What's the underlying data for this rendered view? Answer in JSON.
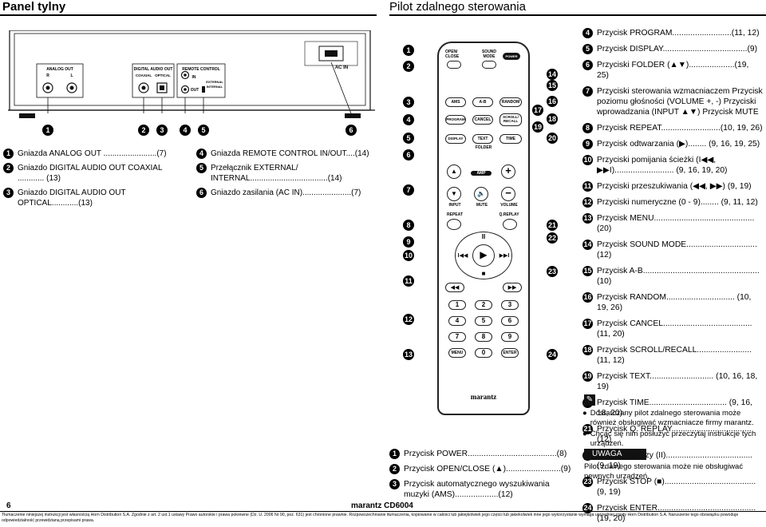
{
  "header": {
    "left_title": "Panel tylny",
    "right_title": "Pilot zdalnego sterowania"
  },
  "rear_panel": {
    "labels": {
      "analog_out": "ANALOG OUT",
      "r": "R",
      "l": "L",
      "digital_audio_out": "DIGITAL AUDIO OUT",
      "coaxial": "COAXIAL",
      "optical": "OPTICAL",
      "remote_control": "REMOTE CONTROL",
      "in": "IN",
      "out": "OUT",
      "external": "EXTERNAL",
      "internal": "INTERNAL",
      "ac_in": "AC IN"
    },
    "callouts": [
      "1",
      "2",
      "3",
      "4",
      "5",
      "6"
    ]
  },
  "rear_list_col1": [
    {
      "num": "1",
      "text": "Gniazda ANALOG OUT ........................(7)"
    },
    {
      "num": "2",
      "text": "Gniazdo DIGITAL AUDIO OUT COAXIAL ............ (13)"
    },
    {
      "num": "3",
      "text": "Gniazdo DIGITAL AUDIO OUT OPTICAL............(13)"
    }
  ],
  "rear_list_col2": [
    {
      "num": "4",
      "text": "Gniazda REMOTE CONTROL IN/OUT....(14)"
    },
    {
      "num": "5",
      "text": "Przełącznik EXTERNAL/ INTERNAL...................................(14)"
    },
    {
      "num": "6",
      "text": "Gniazdo zasilania (AC IN)......................(7)"
    }
  ],
  "remote": {
    "brand": "marantz",
    "labels": {
      "open_close": "OPEN/ CLOSE",
      "sound_mode": "SOUND MODE",
      "power": "POWER",
      "ams": "AMS",
      "ab": "A-B",
      "random": "RANDOM",
      "program": "PROGRAM",
      "cancel": "CANCEL",
      "scroll_recall": "SCROLL/ RECALL",
      "display": "DISPLAY",
      "text": "TEXT",
      "time": "TIME",
      "folder": "FOLDER",
      "amp": "AMP",
      "input": "INPUT",
      "mute": "MUTE",
      "volume": "VOLUME",
      "repeat": "REPEAT",
      "qreplay": "Q.REPLAY",
      "menu": "MENU",
      "enter": "ENTER"
    },
    "digits": [
      "1",
      "2",
      "3",
      "4",
      "5",
      "6",
      "7",
      "8",
      "9",
      "0"
    ],
    "left_callouts": [
      "1",
      "2",
      "3",
      "4",
      "5",
      "6",
      "7",
      "8",
      "9",
      "10",
      "11",
      "12",
      "13"
    ],
    "right_callouts": [
      "14",
      "15",
      "16",
      "17",
      "18",
      "19",
      "20",
      "21",
      "22",
      "23",
      "24"
    ]
  },
  "remote_list_bottom": [
    {
      "num": "1",
      "text": "Przycisk POWER.......................................(8)"
    },
    {
      "num": "2",
      "text": "Przycisk OPEN/CLOSE (▲)........................(9)"
    },
    {
      "num": "3",
      "text": "Przycisk automatycznego wyszukiwania muzyki (AMS)...................(12)"
    }
  ],
  "remote_list_right": [
    {
      "num": "4",
      "text": "Przycisk PROGRAM..........................(11, 12)"
    },
    {
      "num": "5",
      "text": "Przycisk DISPLAY.....................................(9)"
    },
    {
      "num": "6",
      "text": "Przyciski FOLDER (▲▼)....................(19, 25)"
    },
    {
      "num": "7",
      "text": "Przyciski sterowania wzmacniaczem Przycisk poziomu głośności (VOLUME +, -) Przyciski wprowadzania (INPUT ▲▼) Przycisk MUTE"
    },
    {
      "num": "8",
      "text": "Przycisk REPEAT..........................(10, 19, 26)"
    },
    {
      "num": "9",
      "text": "Przycisk odtwarzania (▶)........ (9, 16, 19, 25)"
    },
    {
      "num": "10",
      "text": "Przyciski pomijania ścieżki (I◀◀, ▶▶I).......................... (9, 16, 19, 20)"
    },
    {
      "num": "11",
      "text": "Przyciski przeszukiwania (◀◀, ▶▶) (9, 19)"
    },
    {
      "num": "12",
      "text": "Przyciski numeryczne (0 - 9)........ (9, 11, 12)"
    },
    {
      "num": "13",
      "text": "Przycisk MENU............................................(20)"
    },
    {
      "num": "14",
      "text": "Przycisk SOUND MODE...............................(12)"
    },
    {
      "num": "15",
      "text": "Przycisk A-B...................................................(10)"
    },
    {
      "num": "16",
      "text": "Przycisk RANDOM.............................. (10, 19, 26)"
    },
    {
      "num": "17",
      "text": "Przycisk CANCEL....................................... (11, 20)"
    },
    {
      "num": "18",
      "text": "Przycisk SCROLL/RECALL........................ (11, 12)"
    },
    {
      "num": "19",
      "text": "Przycisk TEXT............................ (10, 16, 18, 19)"
    },
    {
      "num": "20",
      "text": "Przycisk TIME.................................. (9, 16, 18, 20)"
    },
    {
      "num": "21",
      "text": "Przycisk Q. REPLAY...................................(12)"
    },
    {
      "num": "22",
      "text": "Przyciski pauzy (II)...................................... (9, 19)"
    },
    {
      "num": "23",
      "text": "Przycisk STOP (■)........................................ (9, 19)"
    },
    {
      "num": "24",
      "text": "Przycisk ENTER........................................... (19, 20)"
    }
  ],
  "notes": {
    "items": [
      "Dostarczany pilot zdalnego sterowania może również obsługiwać wzmacniacze firmy marantz.",
      "Chcąc się nim posłużyć przeczytaj instrukcje tych urządzeń."
    ],
    "warning_title": "UWAGA",
    "warning_text": "Pilot zdalnego sterowania może nie obsługiwać pewnych urządzeń."
  },
  "footer": {
    "page_number": "6",
    "model": "marantz CD6004",
    "legal": "Tłumaczenie niniejszej instrukcji jest własnością Horn Distribution S.A. Zgodnie z art. 2 ust.1 ustawy Prawo autorskie i prawa pokrewne (Dz. U. 2006 Nr 90, poz. 631) jest chronione prawnie. Rozpowszechnianie tłumaczenia, kopiowanie w całości lub jakiejkolwiek jego części lub jakiekolwiek inne jego wykorzystanie wymaga uprzedniej zgody Horn Distribution S.A. Naruszenie tego obowiązku powoduje odpowiedzialność przewidzianą przepisami prawa."
  }
}
